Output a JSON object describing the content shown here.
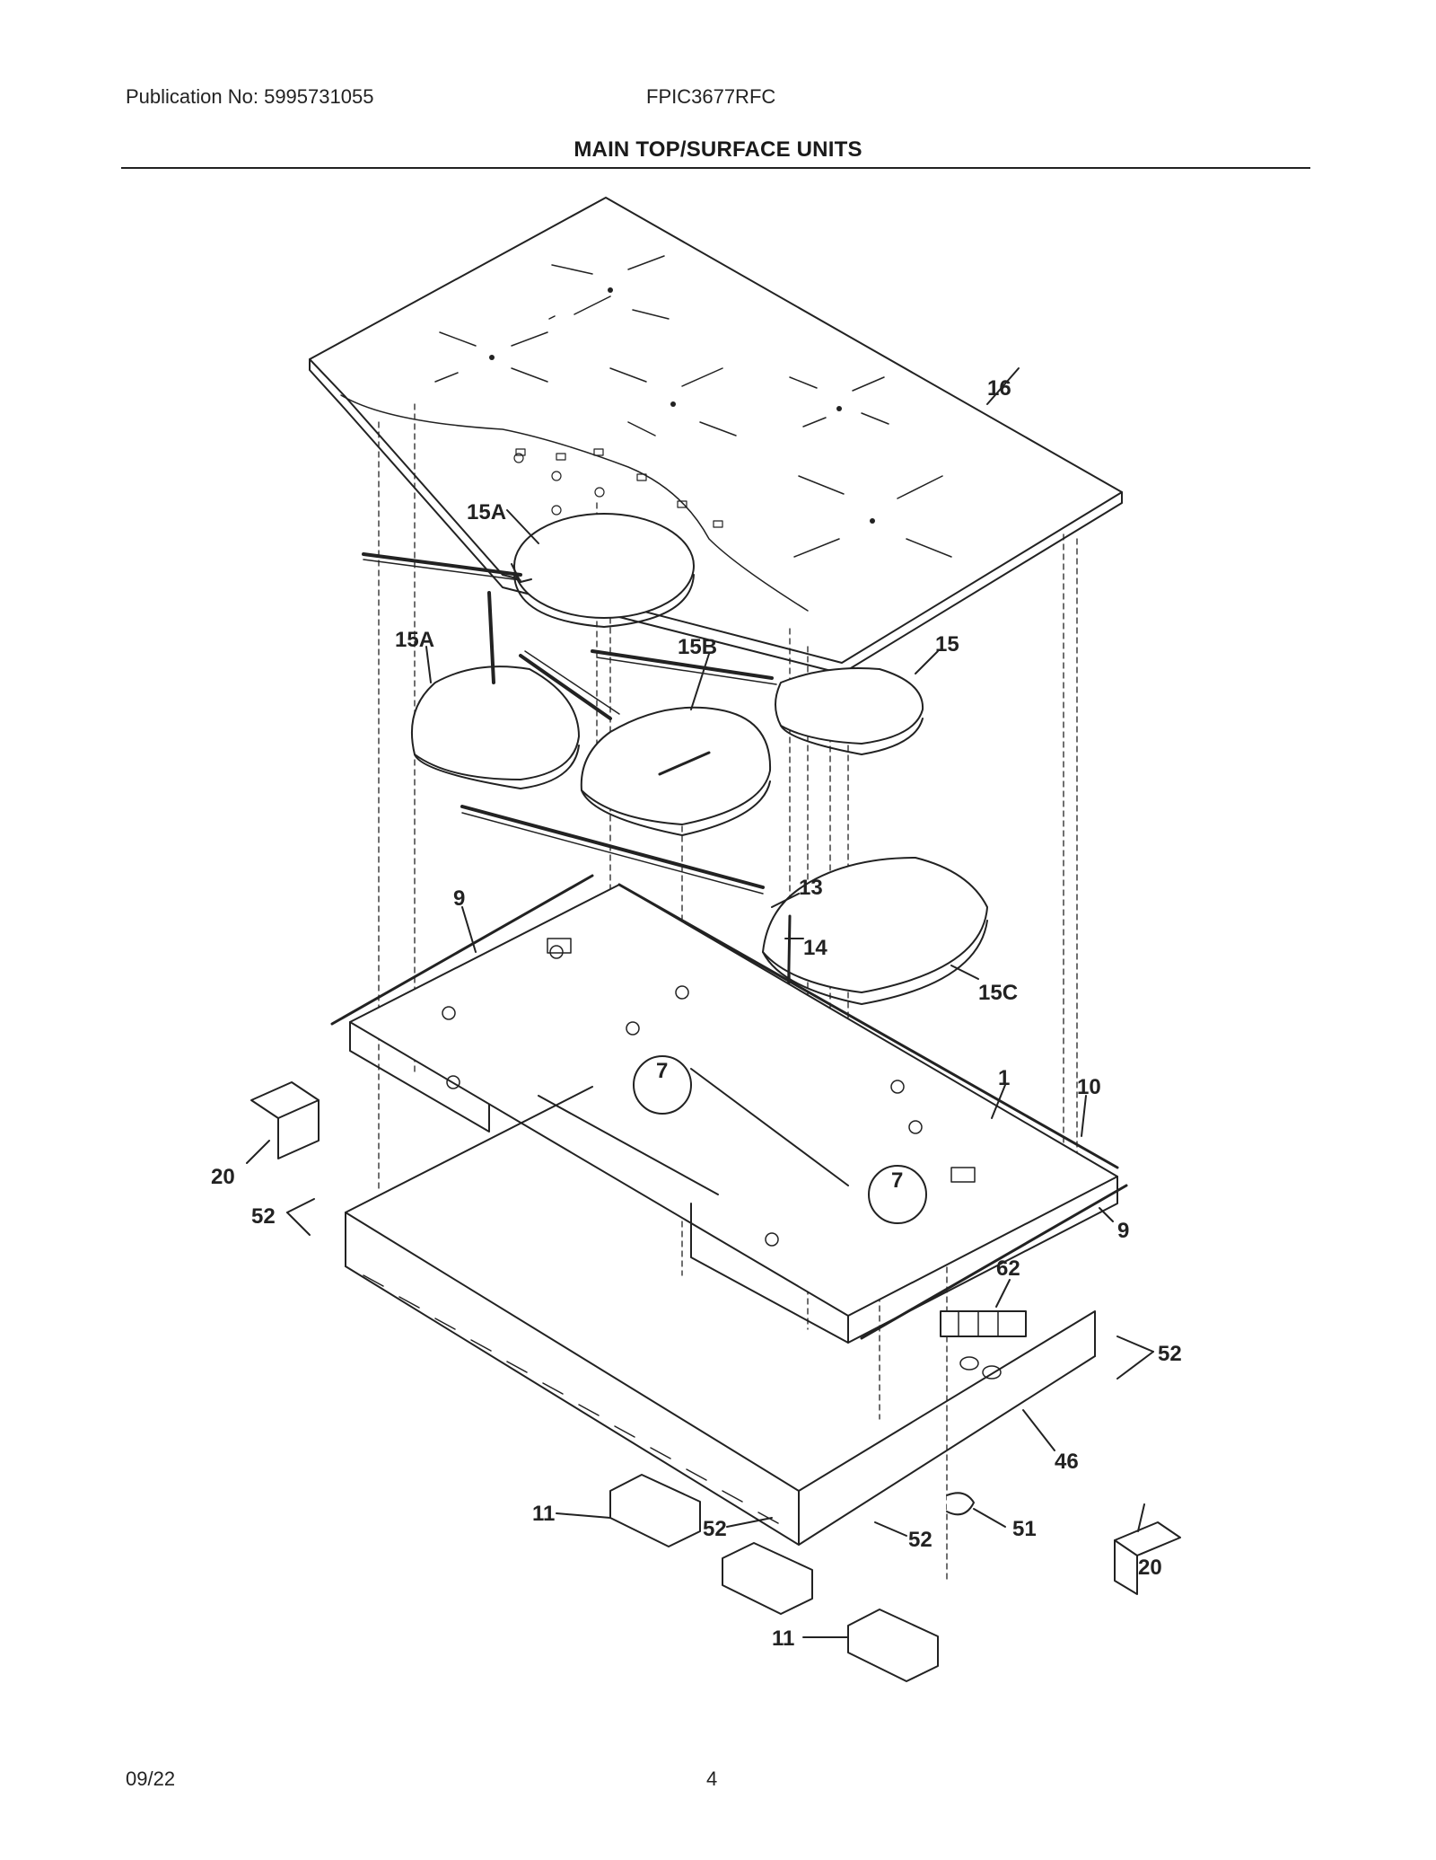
{
  "header": {
    "publication": "Publication No: 5995731055",
    "model": "FPIC3677RFC",
    "title": "MAIN TOP/SURFACE UNITS"
  },
  "callouts": {
    "c16": "16",
    "c15a_top": "15A",
    "c15a_left": "15A",
    "c15b": "15B",
    "c15": "15",
    "c13": "13",
    "c14": "14",
    "c15c": "15C",
    "c9_left": "9",
    "c9_right": "9",
    "c1": "1",
    "c10": "10",
    "c7_a": "7",
    "c7_b": "7",
    "c20_left": "20",
    "c20_right": "20",
    "c52_left": "52",
    "c52_right": "52",
    "c52_bottom_a": "52",
    "c52_bottom_b": "52",
    "c62": "62",
    "c46": "46",
    "c51": "51",
    "c11_left": "11",
    "c11_bottom": "11"
  },
  "footer": {
    "date": "09/22",
    "page": "4"
  }
}
